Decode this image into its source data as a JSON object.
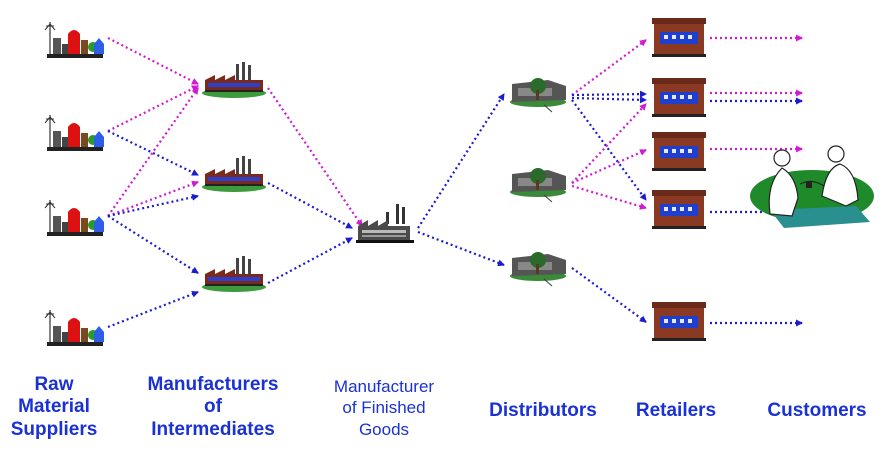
{
  "stage_labels": {
    "raw": [
      "Raw",
      "Material",
      "Suppliers"
    ],
    "intermediates": [
      "Manufacturers",
      "of",
      "Intermediates"
    ],
    "finished": [
      "Manufacturer",
      "of Finished",
      "Goods"
    ],
    "distributors": "Distributors",
    "retailers": "Retailers",
    "customers": "Customers"
  },
  "colors": {
    "label_text": "#1a31d6",
    "flow_magenta": "#d21ad2",
    "flow_blue": "#1b1bd0"
  },
  "icons": {
    "supplier": "refinery-icon",
    "intermediate": "factory-icon",
    "finished": "main-factory-icon",
    "distributor": "warehouse-icon",
    "retailer": "store-icon",
    "customer": "customer-meeting-icon"
  }
}
